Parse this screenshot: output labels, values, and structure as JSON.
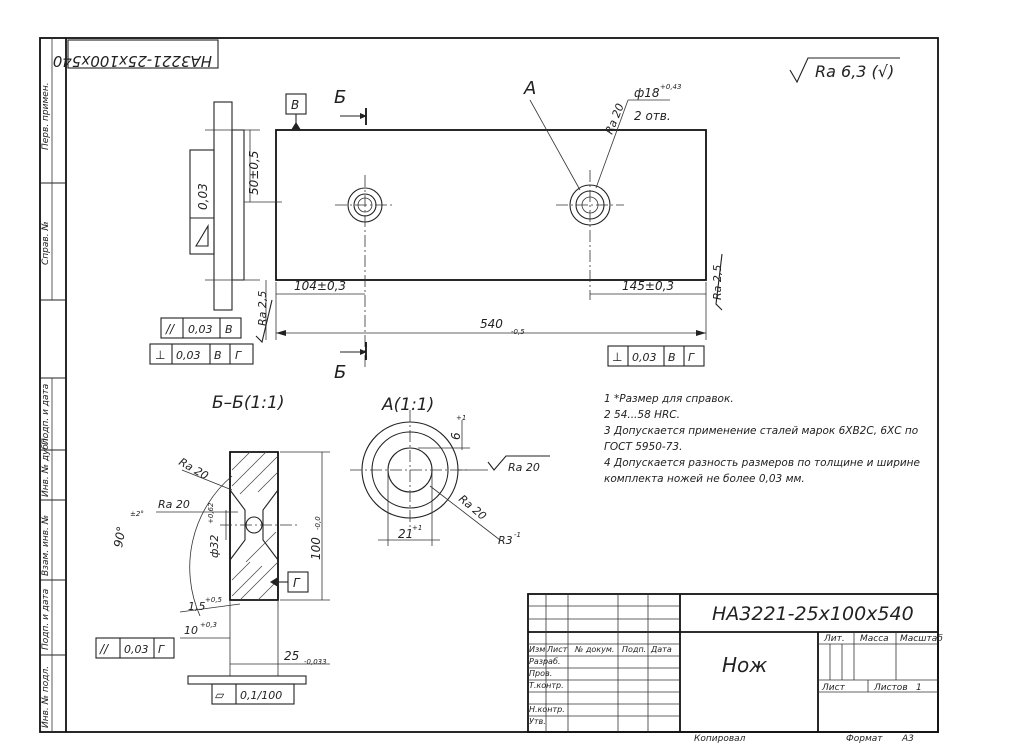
{
  "stamp_code": "НА3221-25х100х540",
  "roughness_general": "Ra 6,3 (√)",
  "side_labels": [
    "Перв. примен.",
    "Справ. №",
    "Подп. и дата",
    "Инв. № дубл.",
    "Взам. инв. №",
    "Подп. и дата",
    "Инв. № подл."
  ],
  "main_view": {
    "datum_b": "В",
    "section_mark": "Б",
    "view_mark": "А",
    "height_dim": "50±0,5",
    "hole_dia": "ф18",
    "hole_dia_tol": "+0,43",
    "hole_count": "2 отв.",
    "hole_ra": "Ra 20",
    "flatness_tol": "0,03",
    "left_pos_dim": "104±0,3",
    "right_pos_dim": "145±0,3",
    "length_dim": "540",
    "length_tol": "-0,5",
    "ra_left": "Ra 2,5",
    "ra_right": "Ra 2,5",
    "parallel_frame": [
      "//",
      "0,03",
      "В"
    ],
    "perp_frame_left": [
      "⊥",
      "0,03",
      "В",
      "Г"
    ],
    "perp_frame_right": [
      "⊥",
      "0,03",
      "В",
      "Г"
    ]
  },
  "section_view": {
    "title": "Б–Б(1:1)",
    "ra_top": "Ra 20",
    "ra_mid": "Ra 20",
    "angle": "90°",
    "angle_tol": "±2°",
    "dia": "ф32",
    "dia_tol": "+0,62",
    "height_dim": "100",
    "height_tol": "-0,0",
    "datum_g": "Г",
    "chamfer": "1,5",
    "chamfer_tol": "+0,5",
    "edge_dim": "10",
    "edge_tol": "+0,3",
    "thickness_dim": "25",
    "thickness_tol": "-0,033",
    "parallel_frame": [
      "//",
      "0,03",
      "Г"
    ],
    "flat_frame": [
      "▱",
      "0,1/100"
    ]
  },
  "detail_view": {
    "title": "А(1:1)",
    "depth_dim": "6",
    "depth_tol": "+1",
    "ra": "Ra 20",
    "dia_dim": "21",
    "dia_tol": "+1",
    "ra_lower": "Ra 20",
    "radius": "R3",
    "radius_tol": "-1"
  },
  "notes": [
    "1 *Размер для справок.",
    "2  54...58 HRC.",
    "3  Допускается применение сталей марок 6ХВ2С, 6ХС по",
    "ГОСТ 5950-73.",
    "4  Допускается разность размеров по толщине и ширине",
    "комплекта ножей не более 0,03 мм."
  ],
  "title_block": {
    "designation": "НА3221-25х100х540",
    "name": "Нож",
    "cols": [
      "Изм",
      "Лист",
      "№ докум.",
      "Подп.",
      "Дата"
    ],
    "roles": [
      "Разраб.",
      "Пров.",
      "Т.контр.",
      "",
      "Н.контр.",
      "Утв."
    ],
    "lit": "Лит.",
    "mass": "Масса",
    "scale": "Масштаб",
    "sheet": "Лист",
    "sheets": "Листов",
    "sheets_count": "1"
  },
  "footer": {
    "copied": "Копировал",
    "format": "Формат",
    "format_value": "А3"
  }
}
